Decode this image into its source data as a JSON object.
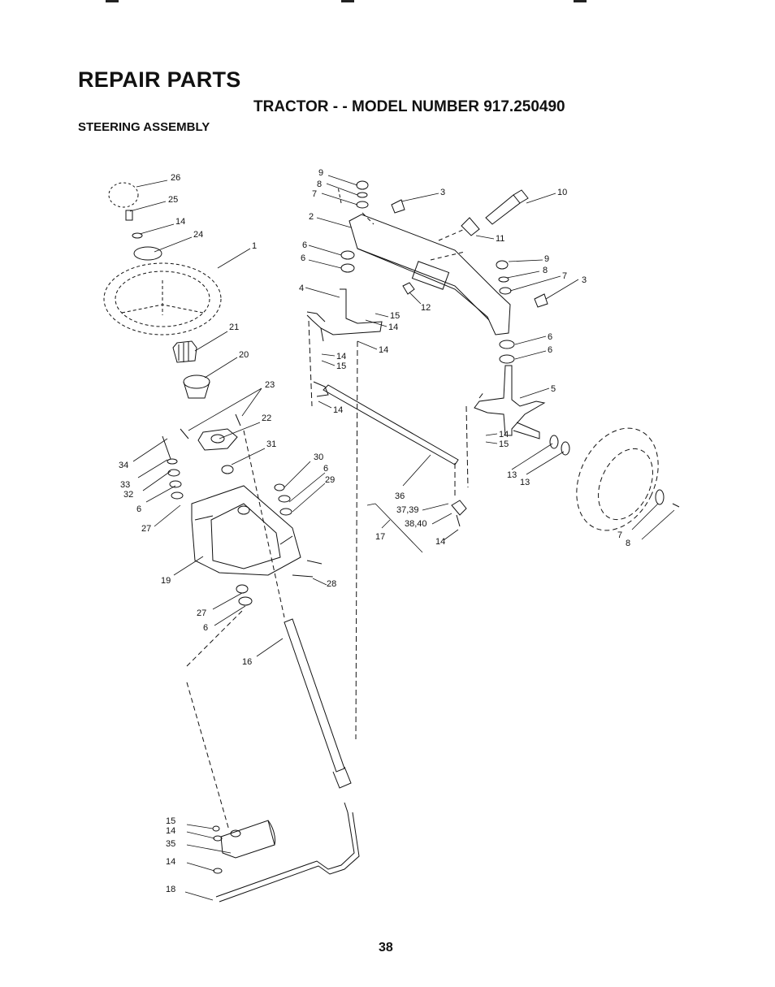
{
  "header": {
    "section_title": "REPAIR PARTS",
    "model_line": "TRACTOR - - MODEL NUMBER 917.250490",
    "assembly_title": "STEERING ASSEMBLY"
  },
  "callouts": [
    "26",
    "25",
    "14",
    "24",
    "1",
    "21",
    "20",
    "23",
    "22",
    "31",
    "34",
    "33",
    "32",
    "6",
    "27",
    "30",
    "6",
    "29",
    "19",
    "28",
    "27",
    "6",
    "16",
    "15",
    "14",
    "35",
    "14",
    "18",
    "9",
    "8",
    "7",
    "3",
    "10",
    "2",
    "11",
    "6",
    "6",
    "9",
    "8",
    "7",
    "3",
    "12",
    "4",
    "15",
    "14",
    "14",
    "14",
    "15",
    "6",
    "6",
    "5",
    "14",
    "14",
    "15",
    "13",
    "13",
    "36",
    "37,39",
    "38,40",
    "17",
    "14",
    "7",
    "8"
  ],
  "footer": {
    "page_number": "38"
  }
}
